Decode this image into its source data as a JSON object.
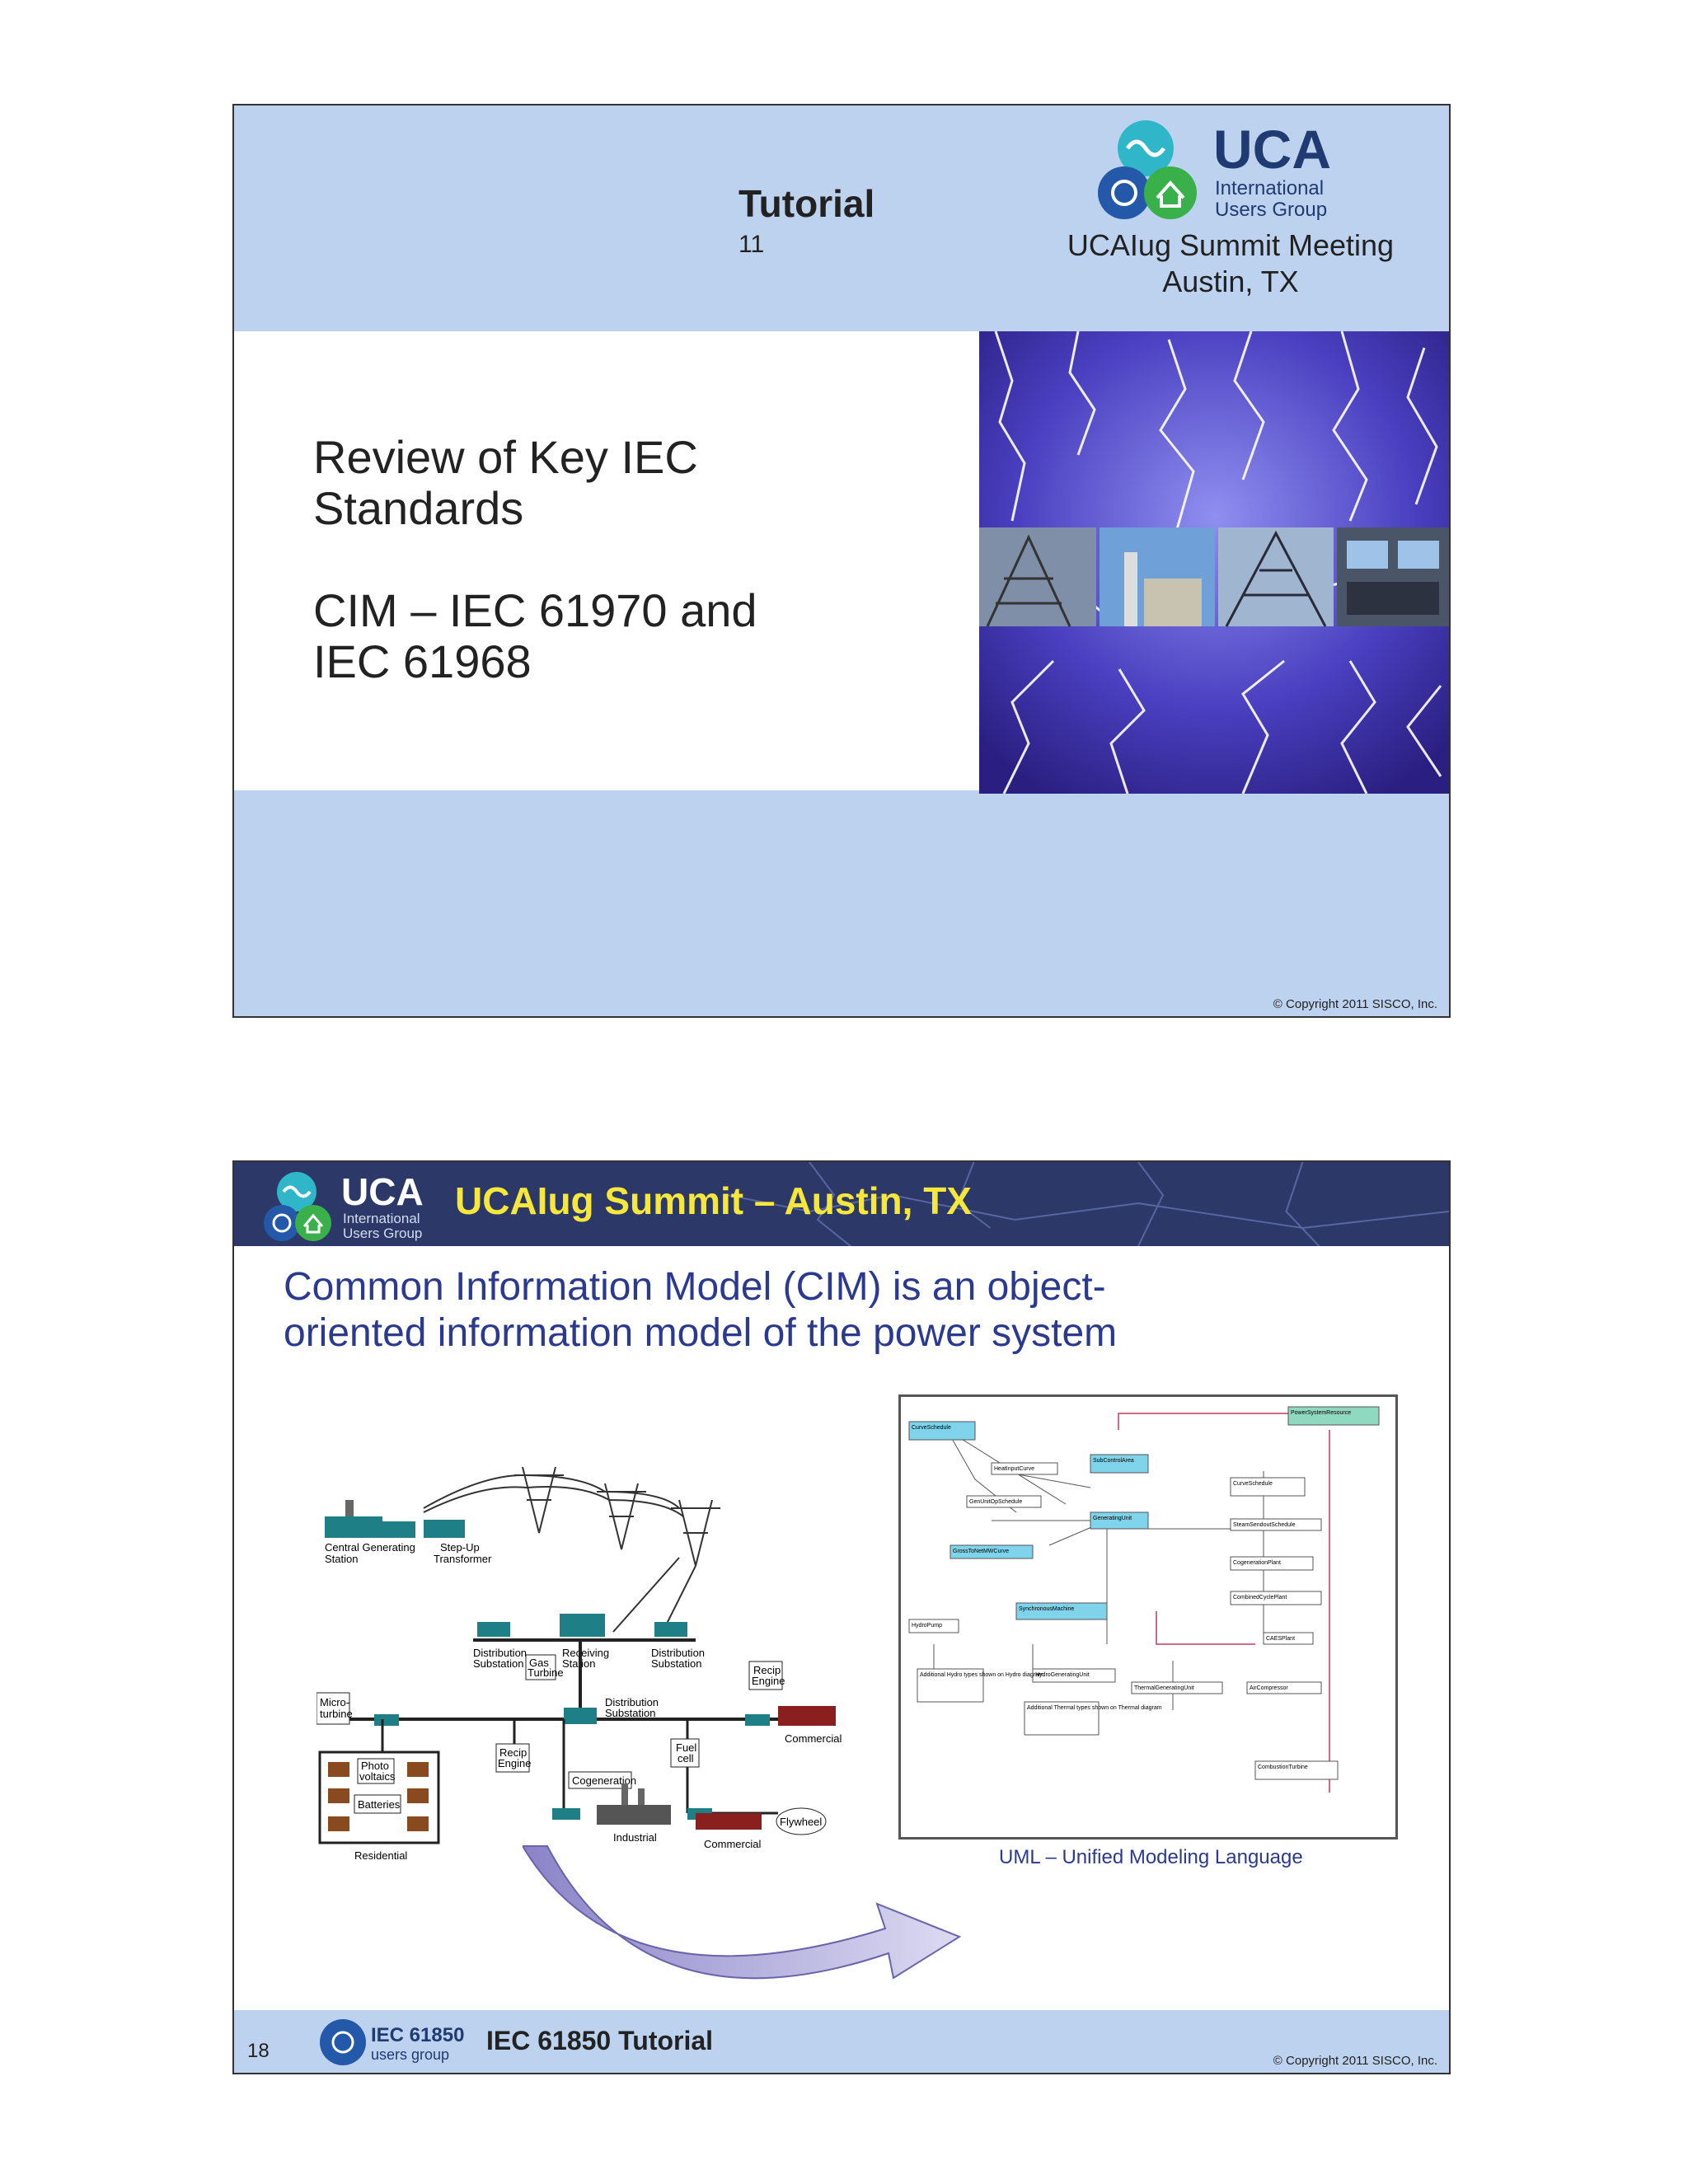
{
  "slide1": {
    "tutorial_label": "Tutorial",
    "tutorial_number": "11",
    "meeting_line1": "UCAIug Summit Meeting",
    "meeting_line2": "Austin, TX",
    "logo_text": "UCA",
    "logo_sub1": "International",
    "logo_sub2": "Users Group",
    "title_lines": [
      "Review of Key IEC",
      "Standards",
      "",
      "CIM – IEC 61970 and",
      "IEC 61968"
    ],
    "copyright": "© Copyright 2011  SISCO, Inc."
  },
  "slide2": {
    "banner_title": "UCAIug Summit – Austin, TX",
    "logo_text": "UCA",
    "logo_sub1": "International",
    "logo_sub2": "Users Group",
    "heading_lines": [
      "Common Information Model (CIM) is an object-",
      "oriented information model of the power system"
    ],
    "grid_labels": {
      "central": [
        "Central Generating",
        "Station"
      ],
      "stepup": [
        "Step-Up",
        "Transformer"
      ],
      "dist1": [
        "Distribution",
        "Substation"
      ],
      "gas": [
        "Gas",
        "Turbine"
      ],
      "receiving": [
        "Receiving",
        "Station"
      ],
      "dist2": [
        "Distribution",
        "Substation"
      ],
      "recip1": [
        "Recip",
        "Engine"
      ],
      "micro": [
        "Micro-",
        "turbine"
      ],
      "dist3": [
        "Distribution",
        "Substation"
      ],
      "commercial1": "Commercial",
      "recip2": [
        "Recip",
        "Engine"
      ],
      "fuel": [
        "Fuel",
        "cell"
      ],
      "photo": [
        "Photo",
        "voltaics"
      ],
      "batteries": "Batteries",
      "cogen": "Cogeneration",
      "industrial": "Industrial",
      "commercial2": "Commercial",
      "flywheel": "Flywheel",
      "residential": "Residential"
    },
    "uml_caption": "UML – Unified Modeling Language",
    "uml_boxes": [
      "PowerSystemResource",
      "CurveSchedule",
      "HeatInputCurve",
      "SubControlArea",
      "GenUnitOpSchedule",
      "GeneratingUnit",
      "GrossToNetMWCurve",
      "CurveSchedule",
      "SteamSendoutSchedule",
      "CogenerationPlant",
      "CombinedCyclePlant",
      "SynchronousMachine",
      "HydroPump",
      "CAESPlant",
      "HydroGeneratingUnit",
      "ThermalGeneratingUnit",
      "AirCompressor",
      "CombustionTurbine",
      "Additional Hydro types shown on Hydro diagram",
      "Additional Thermal types shown on Thermal diagram"
    ],
    "page_number": "18",
    "iec_logo_line1": "IEC 61850",
    "iec_logo_line2": "users group",
    "footer_title": "IEC 61850 Tutorial",
    "copyright": "© Copyright 2011 SISCO, Inc."
  },
  "colors": {
    "banner_blue": "#bcd2ee",
    "heading_blue": "#2b3a8f",
    "banner_yellow": "#f6e73a",
    "uml_cyan": "#7fd3ea",
    "uml_green": "#8ed9c0"
  }
}
